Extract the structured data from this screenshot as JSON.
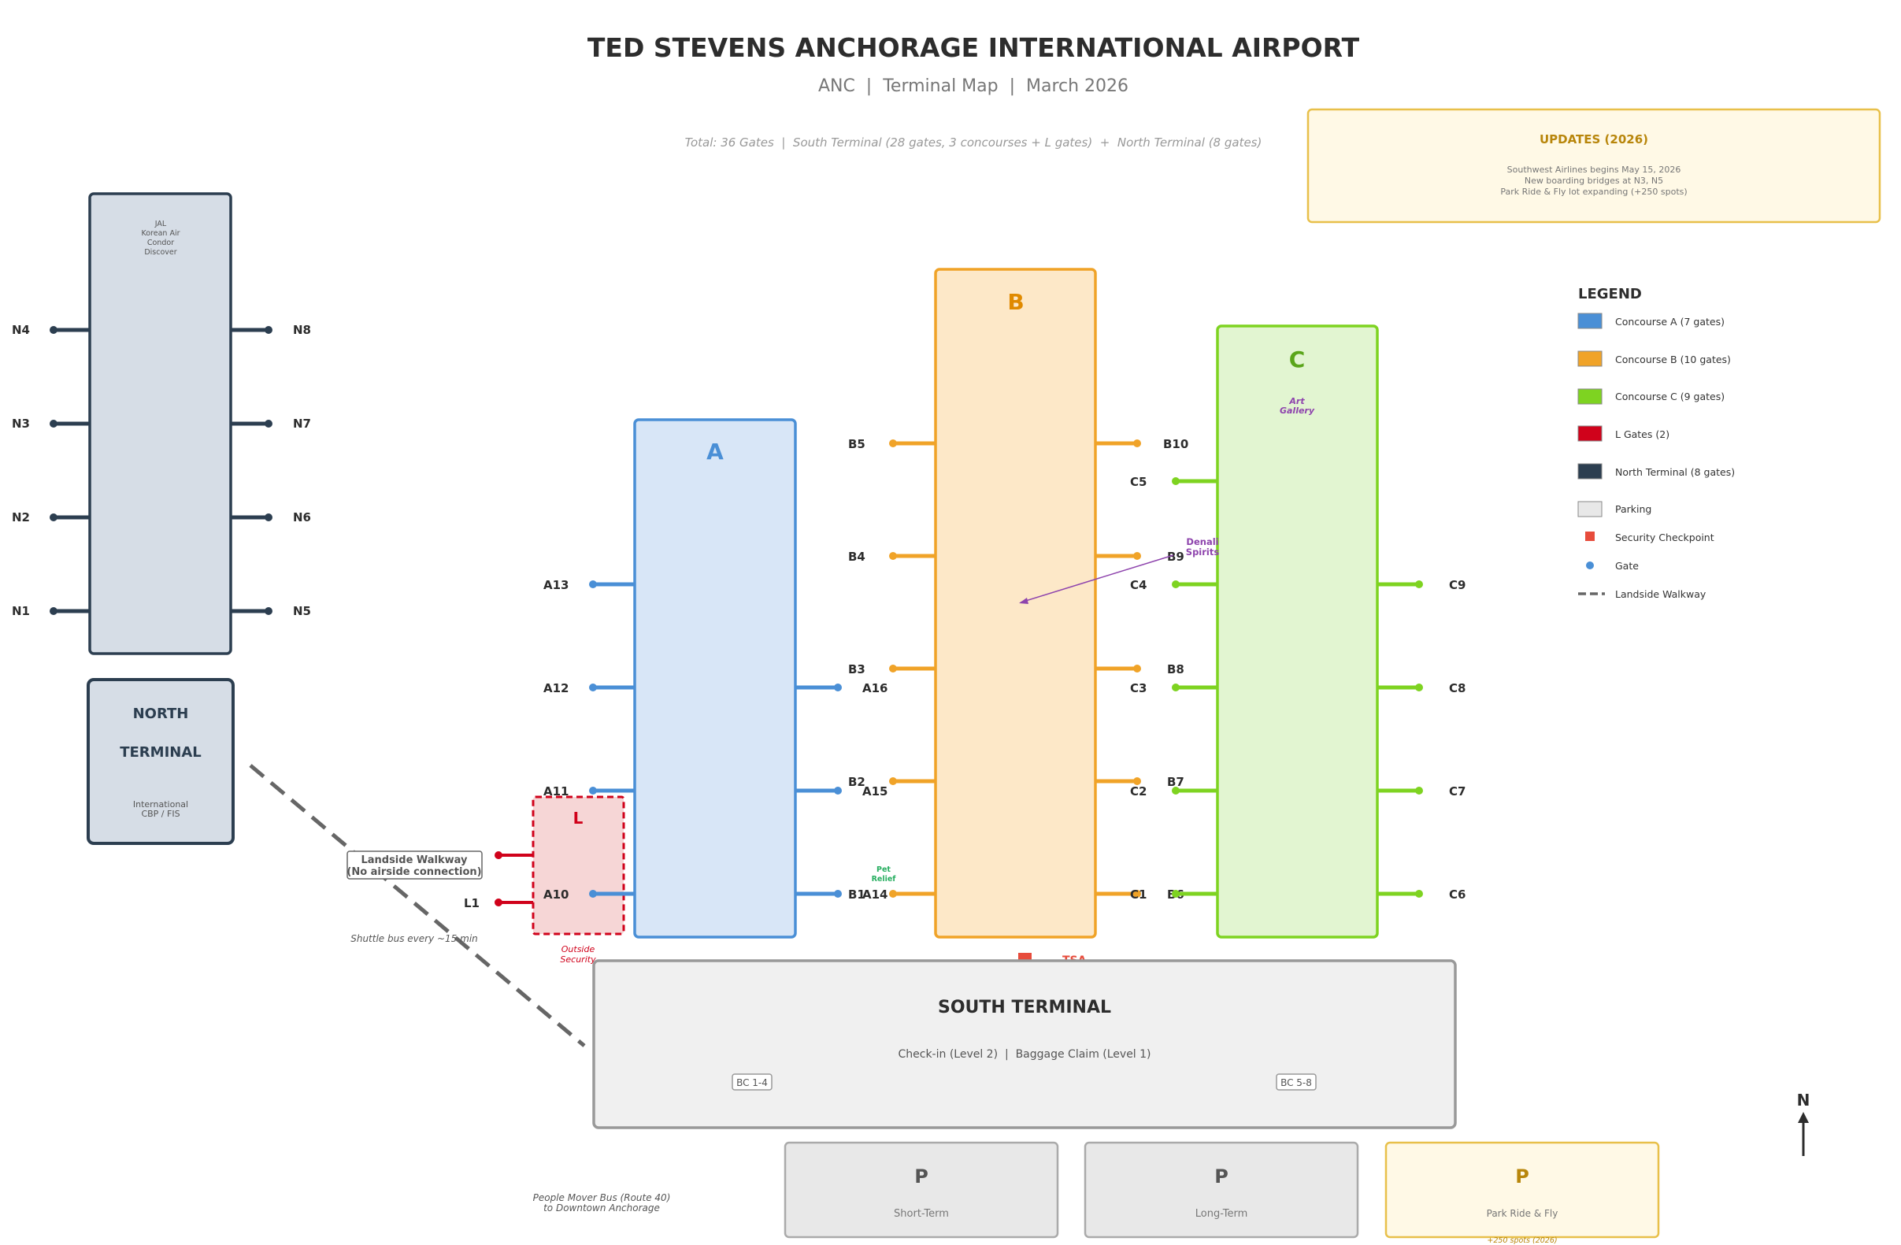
{
  "header": {
    "title": "TED STEVENS ANCHORAGE INTERNATIONAL AIRPORT",
    "subtitle": "ANC  |  Terminal Map  |  March 2026",
    "summary": "Total: 36 Gates  |  South Terminal (28 gates, 3 concourses + L gates)  +  North Terminal (8 gates)"
  },
  "updates": {
    "title": "UPDATES (2026)",
    "lines": [
      "Southwest Airlines begins May 15, 2026",
      "New boarding bridges at N3, N5",
      "Park Ride & Fly lot expanding (+250 spots)"
    ]
  },
  "north_terminal": {
    "airlines": [
      "JAL",
      "Korean Air",
      "Condor",
      "Discover"
    ],
    "label_line1": "NORTH",
    "label_line2": "TERMINAL",
    "sub_line1": "International",
    "sub_line2": "CBP / FIS",
    "gates_left": [
      "N4",
      "N3",
      "N2",
      "N1"
    ],
    "gates_right": [
      "N8",
      "N7",
      "N6",
      "N5"
    ]
  },
  "concourse_a": {
    "label": "A",
    "gates_left": [
      "A13",
      "A12",
      "A11",
      "A10"
    ],
    "gates_right": [
      "A16",
      "A15",
      "A14"
    ]
  },
  "concourse_b": {
    "label": "B",
    "gates_left": [
      "B5",
      "B4",
      "B3",
      "B2",
      "B1"
    ],
    "gates_right": [
      "B10",
      "B9",
      "B8",
      "B7",
      "B6"
    ],
    "amenity_pet": [
      "Pet",
      "Relief"
    ],
    "amenity_denali": [
      "Denali",
      "Spirits"
    ]
  },
  "concourse_c": {
    "label": "C",
    "gates_left": [
      "C5",
      "C4",
      "C3",
      "C2",
      "C1"
    ],
    "gates_right": [
      "C9",
      "C8",
      "C7",
      "C6"
    ],
    "art_line1": "Art",
    "art_line2": "Gallery"
  },
  "l_gates": {
    "label": "L",
    "gate": "L1",
    "note_line1": "Outside",
    "note_line2": "Security"
  },
  "walkway": {
    "label_line1": "Landside Walkway",
    "label_line2": "(No airside connection)",
    "shuttle": "Shuttle bus every ~15 min"
  },
  "south_terminal": {
    "title": "SOUTH TERMINAL",
    "sub": "Check-in (Level 2)  |  Baggage Claim (Level 1)",
    "bc_left": "BC 1-4",
    "bc_right": "BC 5-8",
    "tsa": "TSA"
  },
  "parking": [
    {
      "symbol": "P",
      "label": "Short-Term"
    },
    {
      "symbol": "P",
      "label": "Long-Term"
    },
    {
      "symbol": "P",
      "label": "Park Ride & Fly",
      "note": "+250 spots (2026)"
    }
  ],
  "people_mover_line1": "People Mover Bus (Route 40)",
  "people_mover_line2": "to Downtown Anchorage",
  "compass": "N",
  "legend": {
    "title": "LEGEND",
    "items": [
      "Concourse A (7 gates)",
      "Concourse B (10 gates)",
      "Concourse C (9 gates)",
      "L Gates (2)",
      "North Terminal (8 gates)",
      "Parking",
      "Security Checkpoint",
      "Gate",
      "Landside Walkway"
    ]
  },
  "colors": {
    "a": "#4a8fd6",
    "b": "#f0a328",
    "c": "#7ed321",
    "l": "#d0021b",
    "north": "#2c3e50",
    "tsa": "#e74c3c",
    "art": "#8e44ad",
    "pet": "#27ae60",
    "updates": "#e8c04a"
  }
}
